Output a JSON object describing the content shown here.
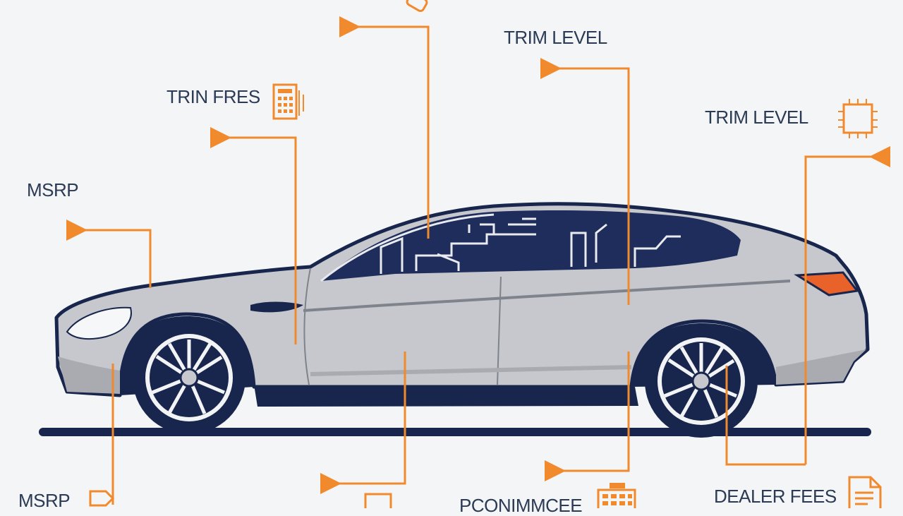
{
  "labels": {
    "trim_level_top": "TRIM LEVEL",
    "trin_fres": "TRIN FRES",
    "trim_level_right": "TRIM LEVEL",
    "msrp_left": "MSRP",
    "msrp_bottom": "MSRP",
    "bottom_center": "PCONIMMCEE",
    "dealer_fees": "DEALER FEES"
  },
  "icons": {
    "trin_fres": "calculator-icon",
    "trim_level_right": "chip-icon",
    "bottom_center": "calculator-icon",
    "dealer_fees": "document-icon",
    "top_partial": "tag-icon",
    "msrp_bottom": "tag-icon",
    "bottom_mid": "box-icon"
  },
  "colors": {
    "callout": "#f08a2c",
    "car_body": "#c6c8cd",
    "car_outline": "#18264d",
    "glass": "#1f2d5c",
    "text": "#2b3a55",
    "tail_light": "#e8622a",
    "background": "#f4f5f7"
  }
}
